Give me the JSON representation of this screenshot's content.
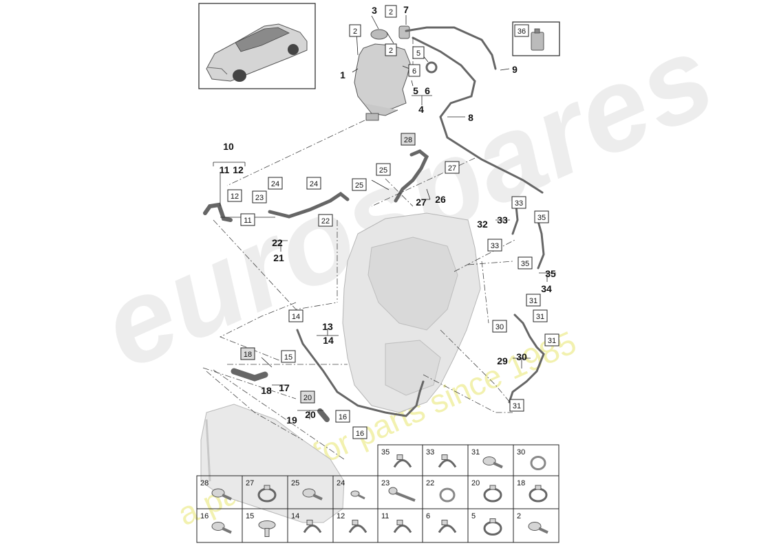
{
  "watermark": {
    "brand": "eurospares",
    "tagline": "a passion for parts since 1985"
  },
  "hardware_parts": [
    {
      "no": "35",
      "kind": "clamp-spring"
    },
    {
      "no": "33",
      "kind": "clamp-spring"
    },
    {
      "no": "31",
      "kind": "screw-hex"
    },
    {
      "no": "30",
      "kind": "ring"
    },
    {
      "no": "28",
      "kind": "screw-flange"
    },
    {
      "no": "27",
      "kind": "clamp-band"
    },
    {
      "no": "25",
      "kind": "screw-flange"
    },
    {
      "no": "24",
      "kind": "screw-small"
    },
    {
      "no": "23",
      "kind": "bolt-long"
    },
    {
      "no": "22",
      "kind": "ring"
    },
    {
      "no": "20",
      "kind": "clamp-band"
    },
    {
      "no": "18",
      "kind": "clamp-band"
    },
    {
      "no": "16",
      "kind": "screw-flange"
    },
    {
      "no": "15",
      "kind": "rivet-clip"
    },
    {
      "no": "14",
      "kind": "clamp-spring"
    },
    {
      "no": "12",
      "kind": "clamp-spring"
    },
    {
      "no": "11",
      "kind": "clamp-spring"
    },
    {
      "no": "6",
      "kind": "clamp-spring"
    },
    {
      "no": "5",
      "kind": "clamp-band"
    },
    {
      "no": "2",
      "kind": "screw-hex"
    }
  ],
  "boxed_callouts": [
    {
      "no": "2"
    },
    {
      "no": "2"
    },
    {
      "no": "2"
    },
    {
      "no": "5"
    },
    {
      "no": "6"
    },
    {
      "no": "28"
    },
    {
      "no": "27"
    },
    {
      "no": "25"
    },
    {
      "no": "25"
    },
    {
      "no": "24"
    },
    {
      "no": "24"
    },
    {
      "no": "23"
    },
    {
      "no": "22"
    },
    {
      "no": "12"
    },
    {
      "no": "11"
    },
    {
      "no": "33"
    },
    {
      "no": "33"
    },
    {
      "no": "35"
    },
    {
      "no": "35"
    },
    {
      "no": "31"
    },
    {
      "no": "31"
    },
    {
      "no": "31"
    },
    {
      "no": "31"
    },
    {
      "no": "30"
    },
    {
      "no": "14"
    },
    {
      "no": "15"
    },
    {
      "no": "16"
    },
    {
      "no": "16"
    },
    {
      "no": "18"
    },
    {
      "no": "20"
    },
    {
      "no": "36"
    }
  ],
  "plain_callouts": [
    {
      "no": "1"
    },
    {
      "no": "3"
    },
    {
      "no": "7"
    },
    {
      "no": "9"
    },
    {
      "no": "8"
    },
    {
      "no": "5"
    },
    {
      "no": "6"
    },
    {
      "no": "4"
    },
    {
      "no": "10"
    },
    {
      "no": "11"
    },
    {
      "no": "12"
    },
    {
      "no": "22"
    },
    {
      "no": "21"
    },
    {
      "no": "27"
    },
    {
      "no": "26"
    },
    {
      "no": "32"
    },
    {
      "no": "33"
    },
    {
      "no": "35"
    },
    {
      "no": "34"
    },
    {
      "no": "13"
    },
    {
      "no": "14"
    },
    {
      "no": "29"
    },
    {
      "no": "30"
    },
    {
      "no": "18"
    },
    {
      "no": "17"
    },
    {
      "no": "19"
    },
    {
      "no": "20"
    }
  ],
  "colors": {
    "line": "#222222",
    "part_fill": "#d8d8d8",
    "part_stroke": "#555555",
    "watermark_gray": "#e6e6e6",
    "watermark_yellow": "#f1f0a8"
  }
}
